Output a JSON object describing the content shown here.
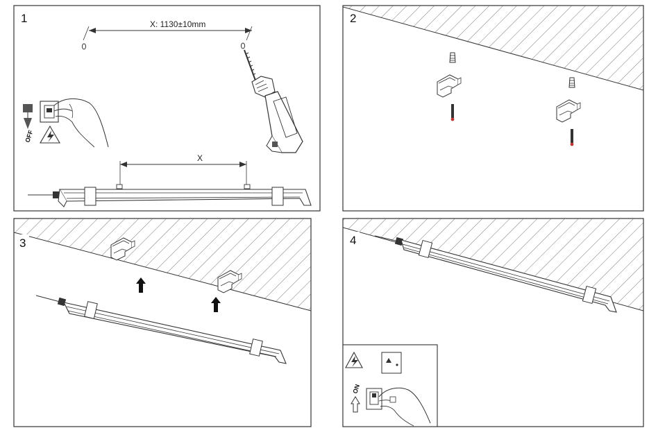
{
  "panels": [
    {
      "label": "1",
      "dimension_label": "X: 1130±10mm",
      "spacing_label": "X",
      "switch_label": "OFF"
    },
    {
      "label": "2"
    },
    {
      "label": "3"
    },
    {
      "label": "4",
      "switch_label": "ON"
    }
  ],
  "icons": [
    "drill-icon",
    "hand-icon",
    "switch-icon",
    "high-voltage-warning-icon",
    "wall-plug-icon",
    "screw-icon",
    "mounting-clip-icon",
    "arrow-up-icon",
    "arrow-down-icon",
    "led-batten-icon"
  ],
  "colors": {
    "line": "#333333",
    "background": "#ffffff"
  }
}
